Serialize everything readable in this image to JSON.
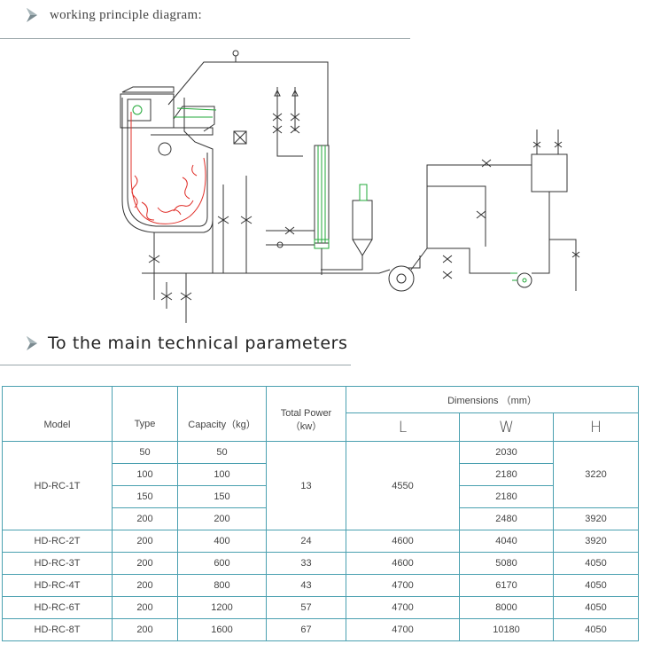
{
  "sections": {
    "diagram_heading": "working principle diagram:",
    "params_heading": "To the main technical parameters"
  },
  "table": {
    "headers": {
      "model": "Model",
      "type": "Type",
      "capacity": "Capacity（kg）",
      "power_line1": "Total Power",
      "power_line2": "（kw）",
      "dimensions": "Dimensions   （mm）",
      "L": "L",
      "W": "W",
      "H": "H"
    },
    "group1": {
      "model": "HD-RC-1T",
      "power": "13",
      "L": "4550",
      "H_a": "3220",
      "H_b": "3920",
      "rows": [
        {
          "type": "50",
          "capacity": "50",
          "W": "2030"
        },
        {
          "type": "100",
          "capacity": "100",
          "W": "2180"
        },
        {
          "type": "150",
          "capacity": "150",
          "W": "2180"
        },
        {
          "type": "200",
          "capacity": "200",
          "W": "2480"
        }
      ]
    },
    "rows": [
      {
        "model": "HD-RC-2T",
        "type": "200",
        "capacity": "400",
        "power": "24",
        "L": "4600",
        "W": "4040",
        "H": "3920"
      },
      {
        "model": "HD-RC-3T",
        "type": "200",
        "capacity": "600",
        "power": "33",
        "L": "4600",
        "W": "5080",
        "H": "4050"
      },
      {
        "model": "HD-RC-4T",
        "type": "200",
        "capacity": "800",
        "power": "43",
        "L": "4700",
        "W": "6170",
        "H": "4050"
      },
      {
        "model": "HD-RC-6T",
        "type": "200",
        "capacity": "1200",
        "power": "57",
        "L": "4700",
        "W": "8000",
        "H": "4050"
      },
      {
        "model": "HD-RC-8T",
        "type": "200",
        "capacity": "1600",
        "power": "67",
        "L": "4700",
        "W": "10180",
        "H": "4050"
      }
    ]
  },
  "colors": {
    "table_border": "#4aa0b0",
    "coil": "#e0302a",
    "accent_green": "#22a838",
    "line": "#333333"
  }
}
